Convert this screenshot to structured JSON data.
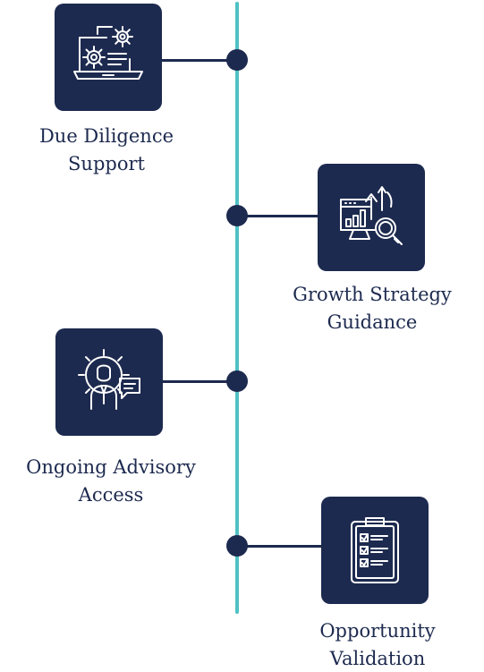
{
  "colors": {
    "accent_line": "#4fc1c4",
    "navy": "#1d2a4f",
    "icon_stroke": "#ffffff",
    "text": "#1d2a4f"
  },
  "milestones": [
    {
      "icon": "laptop-gears-icon",
      "label_lines": [
        "Due Diligence",
        "Support"
      ]
    },
    {
      "icon": "growth-chart-magnifier-icon",
      "label_lines": [
        "Growth Strategy",
        "Guidance"
      ]
    },
    {
      "icon": "advisor-gear-chat-icon",
      "label_lines": [
        "Ongoing Advisory",
        "Access"
      ]
    },
    {
      "icon": "checklist-clipboard-icon",
      "label_lines": [
        "Opportunity",
        "Validation"
      ]
    }
  ]
}
